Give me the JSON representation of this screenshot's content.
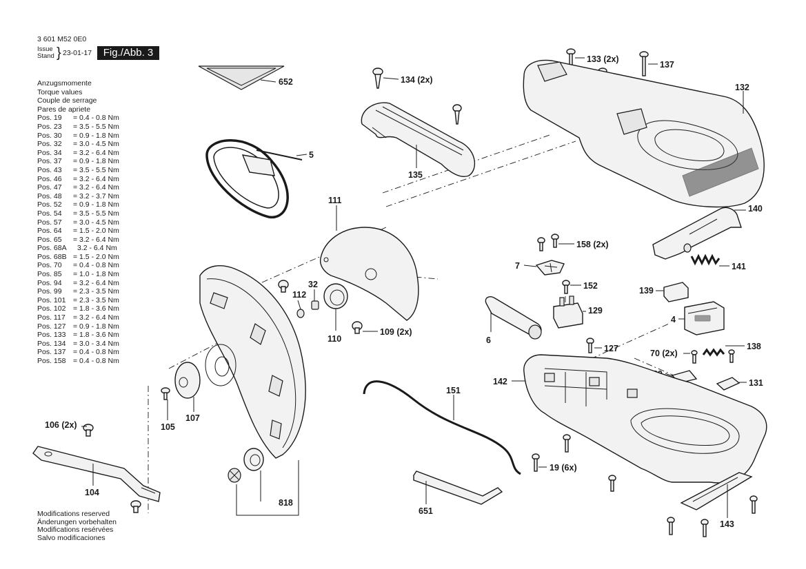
{
  "header": {
    "doc_number": "3 601 M52 0E0",
    "issue_label": "Issue",
    "stand_label": "Stand",
    "issue_date": "23-01-17",
    "figure_label": "Fig./Abb. 3"
  },
  "torque": {
    "headings": [
      "Anzugsmomente",
      "Torque values",
      "Couple de serrage",
      "Pares de apriete"
    ],
    "rows": [
      {
        "pos": "Pos. 19",
        "value": "= 0.4 - 0.8 Nm"
      },
      {
        "pos": "Pos. 23",
        "value": "= 3.5 - 5.5 Nm"
      },
      {
        "pos": "Pos. 30",
        "value": "= 0.9 - 1.8 Nm"
      },
      {
        "pos": "Pos. 32",
        "value": "= 3.0 - 4.5 Nm"
      },
      {
        "pos": "Pos. 34",
        "value": "= 3.2 - 6.4 Nm"
      },
      {
        "pos": "Pos. 37",
        "value": "= 0.9 - 1.8 Nm"
      },
      {
        "pos": "Pos. 43",
        "value": "= 3.5 - 5.5 Nm"
      },
      {
        "pos": "Pos. 46",
        "value": "= 3.2 - 6.4 Nm"
      },
      {
        "pos": "Pos. 47",
        "value": "= 3.2 - 6.4 Nm"
      },
      {
        "pos": "Pos. 48",
        "value": "= 3.2 - 3.7 Nm"
      },
      {
        "pos": "Pos. 52",
        "value": "= 0.9 - 1.8 Nm"
      },
      {
        "pos": "Pos. 54",
        "value": "= 3.5 - 5.5 Nm"
      },
      {
        "pos": "Pos. 57",
        "value": "= 3.0 - 4.5 Nm"
      },
      {
        "pos": "Pos. 64",
        "value": "= 1.5 - 2.0 Nm"
      },
      {
        "pos": "Pos. 65",
        "value": "= 3.2 - 6.4 Nm"
      },
      {
        "pos": "Pos. 68A",
        "value": "3.2 - 6.4 Nm"
      },
      {
        "pos": "Pos. 68B",
        "value": "= 1.5 - 2.0 Nm"
      },
      {
        "pos": "Pos. 70",
        "value": "= 0.4 - 0.8 Nm"
      },
      {
        "pos": "Pos. 85",
        "value": "= 1.0 - 1.8 Nm"
      },
      {
        "pos": "Pos. 94",
        "value": "= 3.2 - 6.4 Nm"
      },
      {
        "pos": "Pos. 99",
        "value": "= 2.3 - 3.5 Nm"
      },
      {
        "pos": "Pos. 101",
        "value": "= 2.3 - 3.5 Nm"
      },
      {
        "pos": "Pos. 102",
        "value": "= 1.8 - 3.6 Nm"
      },
      {
        "pos": "Pos. 117",
        "value": "= 3.2 - 6.4 Nm"
      },
      {
        "pos": "Pos. 127",
        "value": "= 0.9 - 1.8 Nm"
      },
      {
        "pos": "Pos. 133",
        "value": "= 1.8 - 3.6 Nm"
      },
      {
        "pos": "Pos. 134",
        "value": "= 3.0 - 3.4 Nm"
      },
      {
        "pos": "Pos. 137",
        "value": "= 0.4 - 0.8 Nm"
      },
      {
        "pos": "Pos. 158",
        "value": "= 0.4 - 0.8 Nm"
      }
    ]
  },
  "notes": [
    "Modifications reserved",
    "Änderungen vorbehalten",
    "Modifications resérvées",
    "Salvo modificaciones"
  ],
  "parts": {
    "p652": "652",
    "p5": "5",
    "p134": "134 (2x)",
    "p135": "135",
    "p133": "133 (2x)",
    "p137": "137",
    "p132": "132",
    "p111": "111",
    "p32": "32",
    "p112": "112",
    "p110": "110",
    "p109": "109 (2x)",
    "p107": "107",
    "p105": "105",
    "p106": "106 (2x)",
    "p104": "104",
    "p818": "818",
    "p151": "151",
    "p651": "651",
    "p158": "158 (2x)",
    "p7": "7",
    "p152": "152",
    "p129": "129",
    "p139": "139",
    "p140": "140",
    "p141": "141",
    "p4": "4",
    "p6": "6",
    "p127": "127",
    "p138": "138",
    "p70": "70 (2x)",
    "p130": "130",
    "p142": "142",
    "p131": "131",
    "p19": "19 (6x)",
    "p143": "143"
  },
  "colors": {
    "ink": "#1a1a1a",
    "figure_badge_bg": "#1a1a1a",
    "figure_badge_text": "#ffffff",
    "part_fill": "#f2f2f2"
  }
}
